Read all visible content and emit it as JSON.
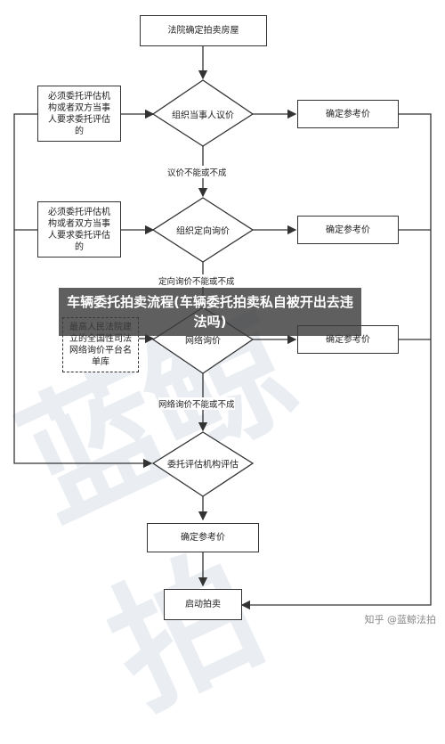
{
  "watermark": "蓝鲸拍",
  "nodes": {
    "start": "法院确定拍卖房屋",
    "left_note_1": "必须委托评估机构或者双方当事人要求委托评估的",
    "left_note_2": "必须委托评估机构或者双方当事人要求委托评估的",
    "left_note_3": "最高人民法院建立的全国性司法网络询价平台名单库",
    "diamond_1": "组织当事人议价",
    "diamond_2": "组织定向询价",
    "diamond_3": "网络询价",
    "diamond_4": "委托评估机构评估",
    "ref_1": "确定参考价",
    "ref_2": "确定参考价",
    "ref_3": "确定参考价",
    "ref_4": "确定参考价",
    "end": "启动拍卖"
  },
  "edge_labels": {
    "after_1": "议价不能或不成",
    "after_2": "定向询价不能或不成",
    "after_3": "网络询价不能或不成"
  },
  "banner": "车辆委托拍卖流程(车辆委托拍卖私自被开出去违法吗)",
  "credit": "知乎 @蓝鲸法拍"
}
